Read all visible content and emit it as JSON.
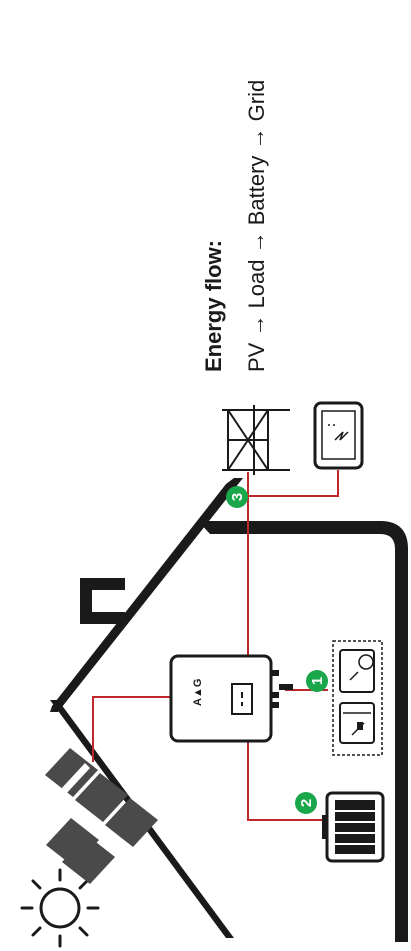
{
  "energy_flow": {
    "title": "Energy flow:",
    "sequence": "PV → Load → Battery → Grid"
  },
  "markers": [
    {
      "number": "1"
    },
    {
      "number": "2"
    },
    {
      "number": "3"
    }
  ],
  "colors": {
    "flow_line": "#c0272d",
    "marker_fill": "#1aa64a",
    "outline": "#1a1a1a",
    "panel": "#4a4a4a"
  },
  "icons": [
    "sun-icon",
    "solar-panel-icon",
    "inverter-icon",
    "home-load-icon",
    "battery-icon",
    "grid-tower-icon",
    "meter-icon"
  ]
}
